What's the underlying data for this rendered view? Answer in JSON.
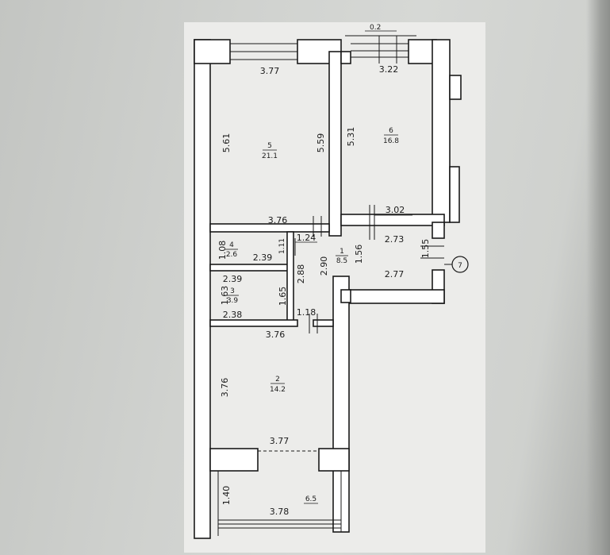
{
  "rooms": [
    {
      "number": "5",
      "area": "21.1"
    },
    {
      "number": "6",
      "area": "16.8"
    },
    {
      "number": "4",
      "area": "2.6"
    },
    {
      "number": "3",
      "area": "3.9"
    },
    {
      "number": "1",
      "area": "8.5"
    },
    {
      "number": "2",
      "area": "14.2"
    }
  ],
  "balcony": {
    "number": "6.5"
  },
  "axis_marker": {
    "label": "7"
  },
  "dimensions": {
    "wall_thickness": "0.2",
    "room5_width": "3.77",
    "room5_left": "5.61",
    "room5_right": "5.59",
    "room6_width_top": "3.22",
    "room6_height": "5.31",
    "room6_width_bottom": "3.02",
    "room5_bottom": "3.76",
    "room4_height": "1.08",
    "room4_width": "2.39",
    "room4_side": "1.11",
    "door_124": "1.24",
    "hall_290": "2.90",
    "hall_156": "1.56",
    "hall_273": "2.73",
    "hall_277": "2.77",
    "hall_155": "1.55",
    "room3_top": "2.39",
    "room3_left": "1.63",
    "room3_right": "1.65",
    "room3_bottom": "2.38",
    "corridor_288": "2.88",
    "corridor_118": "1.18",
    "room2_top": "3.76",
    "room2_left": "3.76",
    "room2_bottom": "3.77",
    "balcony_height": "1.40",
    "balcony_width": "3.78"
  }
}
